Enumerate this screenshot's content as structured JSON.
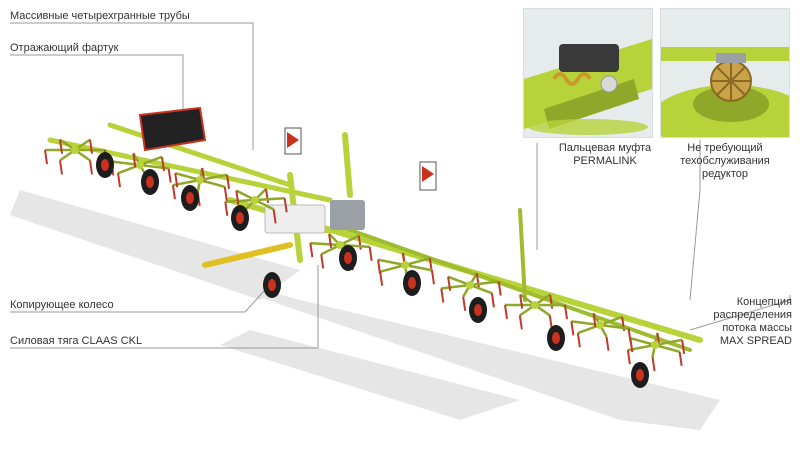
{
  "labels": {
    "tubes": "Массивные четырехгранные трубы",
    "apron": "Отражающий фартук",
    "wheel": "Копирующее колесо",
    "ckl": "Силовая тяга CLAAS CKL",
    "coupling": [
      "Пальцевая муфта",
      "PERMALINK"
    ],
    "gearbox": [
      "Не требующий",
      "техобслуживания",
      "редуктор"
    ],
    "spread": [
      "Концепция",
      "распределения",
      "потока массы",
      "MAX SPREAD"
    ]
  },
  "colors": {
    "frame": "#b8d23a",
    "frame_dark": "#8fa82a",
    "tine": "#c0392b",
    "tire": "#1d1d1d",
    "rim": "#c8321e",
    "shadow": "#d0d0d0",
    "leader": "#9a9a9a",
    "text": "#333333"
  },
  "icons": [
    "tedder-machine-illustration",
    "permalink-coupling-closeup",
    "gearbox-closeup"
  ]
}
